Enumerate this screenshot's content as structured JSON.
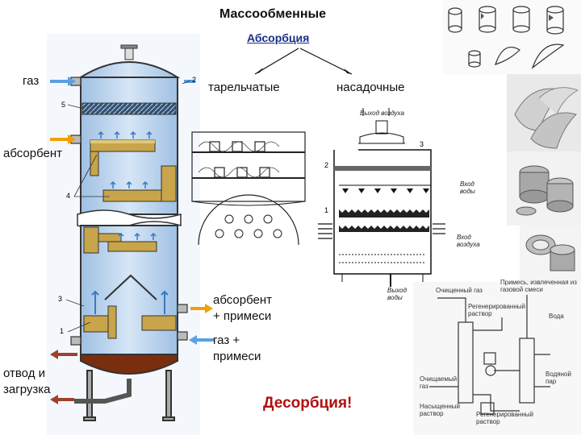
{
  "title": "Массообменные",
  "subtitle": "Абсорбция",
  "branch_left": "тарельчатые",
  "branch_right": "насадочные",
  "column_labels": {
    "gas_in": "газ",
    "absorbent_in": "абсорбент",
    "drain": "отвод и загрузка",
    "absorbent_out_line1": "абсорбент",
    "absorbent_out_line2": "+ примеси",
    "gas_out_line1": "газ +",
    "gas_out_line2": "примеси"
  },
  "desorption": "Десорбция!",
  "column_numbers": [
    "2",
    "5",
    "4",
    "3",
    "1"
  ],
  "tower_labels": {
    "air_out": "Выход воздуха",
    "water_in": "Вход воды",
    "air_in": "Вход воздуха",
    "water_out": "Выход воды",
    "num_3": "3",
    "num_2": "2",
    "num_1": "1"
  },
  "process_labels": {
    "clean_gas": "Очищенный газ",
    "impurity": "Примесь, извлеченная из газовой смеси",
    "regen_solution": "Регенерированный раствор",
    "water": "Вода",
    "steam": "Водяной пар",
    "purified_gas": "Очищаемый газ",
    "saturated_solution": "Насыщенный раствор",
    "regen_solution_bottom": "Регенерированный раствор"
  },
  "colors": {
    "liquid": "#c8a44a",
    "column_fill": "#b9d3ec",
    "arrow_orange": "#f0a000",
    "arrow_blue": "#5aa0e0",
    "arrow_brown": "#a0402c",
    "bottom_liquid": "#7a2e10"
  }
}
